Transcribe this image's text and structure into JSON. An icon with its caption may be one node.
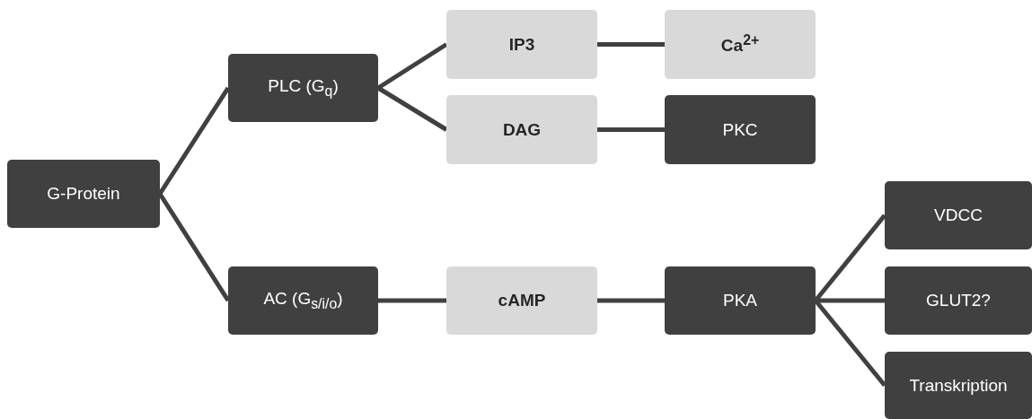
{
  "diagram": {
    "nodes": [
      {
        "text": [
          "G-Protein"
        ]
      },
      {
        "text": [
          "PLC  (G$_{q}$)"
        ]
      },
      {
        "text": [
          "AC (G$_{s/i/o}$)"
        ]
      },
      {
        "text": [
          "IP3"
        ]
      },
      {
        "text": [
          "Ca$^{2+}$"
        ]
      },
      {
        "text": [
          "DAG"
        ]
      },
      {
        "text": [
          "PKC"
        ]
      },
      {
        "text": [
          "cAMP"
        ]
      },
      {
        "text": [
          "PKA"
        ]
      },
      {
        "text": [
          "VDCC"
        ]
      },
      {
        "text": [
          "GLUT2?"
        ]
      },
      {
        "text": [
          "Transkription"
        ]
      }
    ],
    "edges": [
      {
        "from": 0,
        "to": 1,
        "arrow": "none"
      },
      {
        "from": 0,
        "to": 2,
        "arrow": "none"
      },
      {
        "from": 1,
        "to": 3,
        "arrow": "none"
      },
      {
        "from": 1,
        "to": 5,
        "arrow": "none"
      },
      {
        "from": 3,
        "to": 4,
        "arrow": "none"
      },
      {
        "from": 5,
        "to": 6,
        "arrow": "none"
      },
      {
        "from": 2,
        "to": 7,
        "arrow": "none"
      },
      {
        "from": 7,
        "to": 8,
        "arrow": "none"
      },
      {
        "from": 8,
        "to": 9,
        "arrow": "none"
      },
      {
        "from": 8,
        "to": 10,
        "arrow": "none"
      },
      {
        "from": 8,
        "to": 11,
        "arrow": "none"
      }
    ]
  }
}
